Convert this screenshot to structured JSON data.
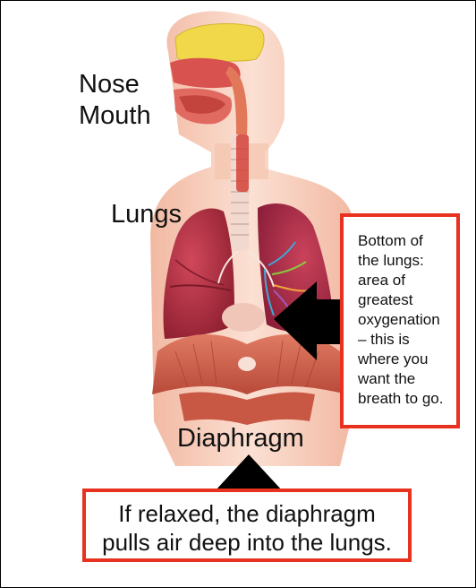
{
  "labels": {
    "nose": "Nose",
    "mouth": "Mouth",
    "lungs": "Lungs",
    "diaphragm": "Diaphragm"
  },
  "callouts": {
    "right": {
      "lines": [
        "Bottom of",
        "the lungs:",
        "area of",
        "greatest",
        "oxygenation",
        "– this is",
        "where you",
        "want the",
        "breath to go."
      ]
    },
    "bottom": {
      "lines": [
        "If relaxed, the diaphragm",
        "pulls air deep into the lungs."
      ]
    }
  },
  "colors": {
    "callout_border": "#e8311f",
    "arrow": "#000000",
    "skin": "#f6c9b6",
    "lung": "#b23040",
    "muscle": "#d56a55"
  },
  "icons": {
    "arrow_left": "arrow-left-icon",
    "arrow_up": "arrow-up-icon"
  }
}
